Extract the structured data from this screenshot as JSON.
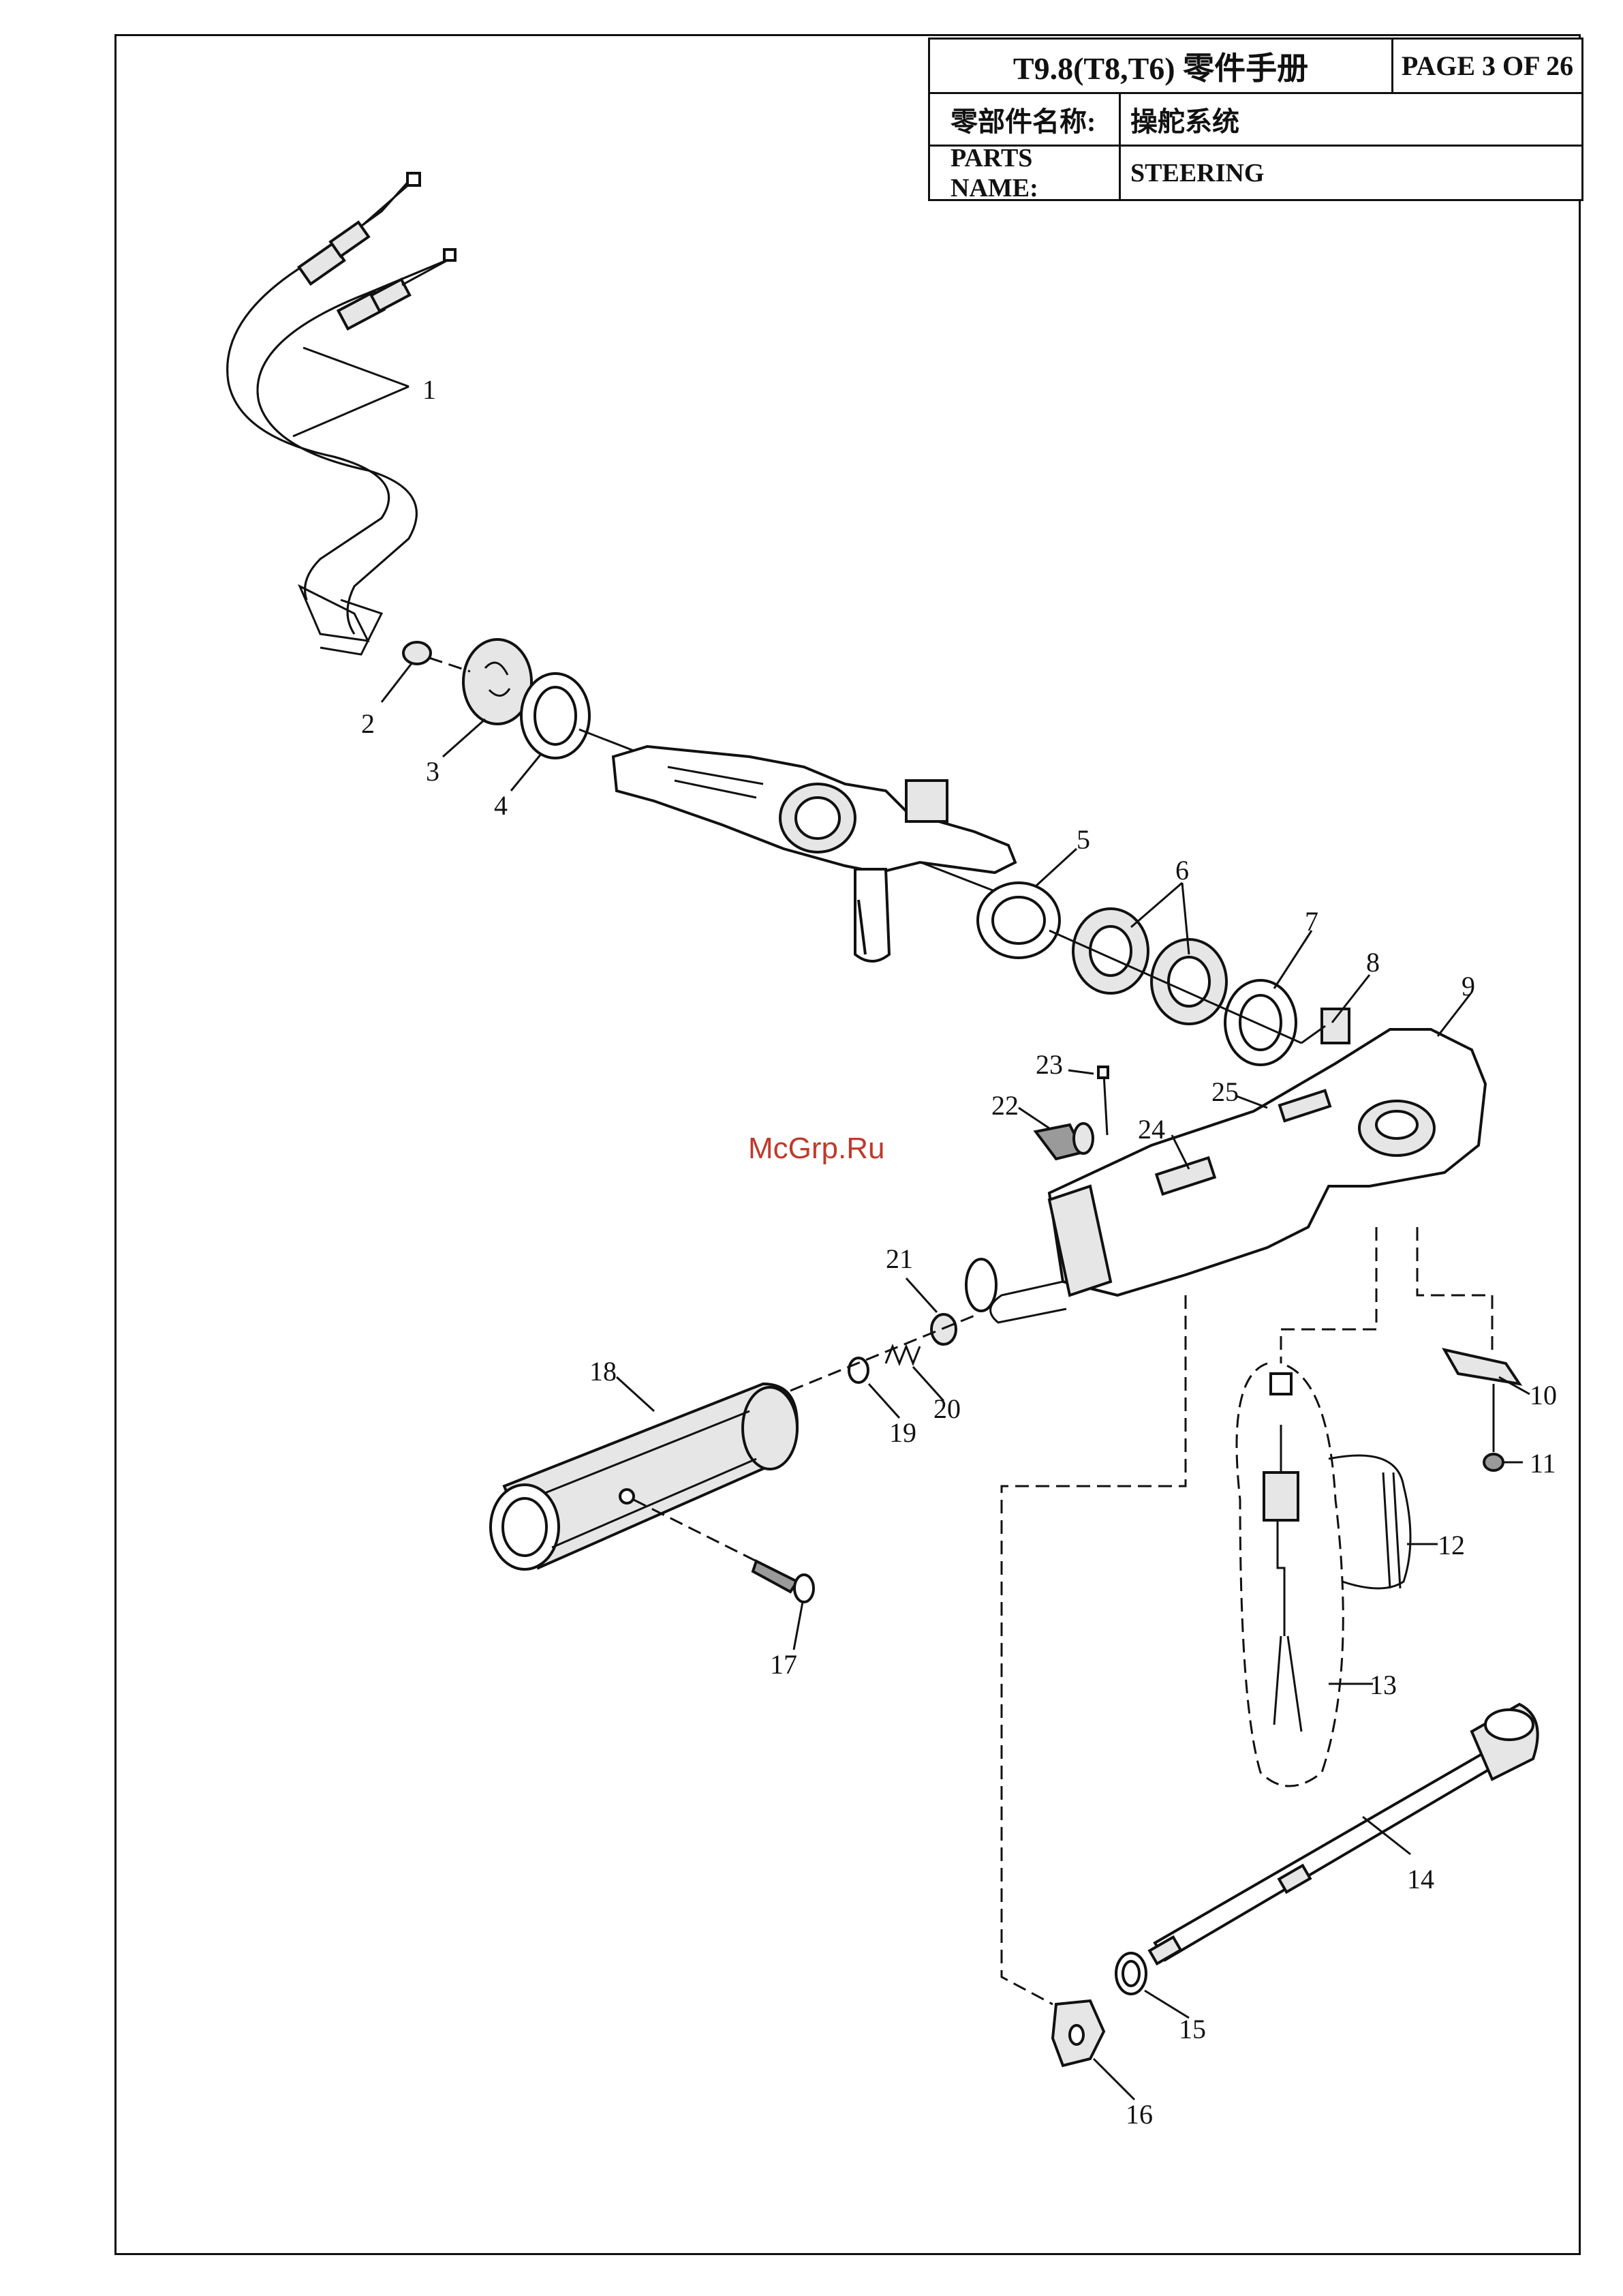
{
  "title_block": {
    "title": "T9.8(T8,T6) 零件手册",
    "page": "PAGE 3 OF 26",
    "cn_label": "零部件名称:",
    "cn_value": "操舵系统",
    "en_label": "PARTS NAME:",
    "en_value": "STEERING"
  },
  "watermark": "McGrp.Ru",
  "callouts": [
    "1",
    "2",
    "3",
    "4",
    "5",
    "6",
    "7",
    "8",
    "9",
    "10",
    "11",
    "12",
    "13",
    "14",
    "15",
    "16",
    "17",
    "18",
    "19",
    "20",
    "21",
    "22",
    "23",
    "24",
    "25"
  ]
}
